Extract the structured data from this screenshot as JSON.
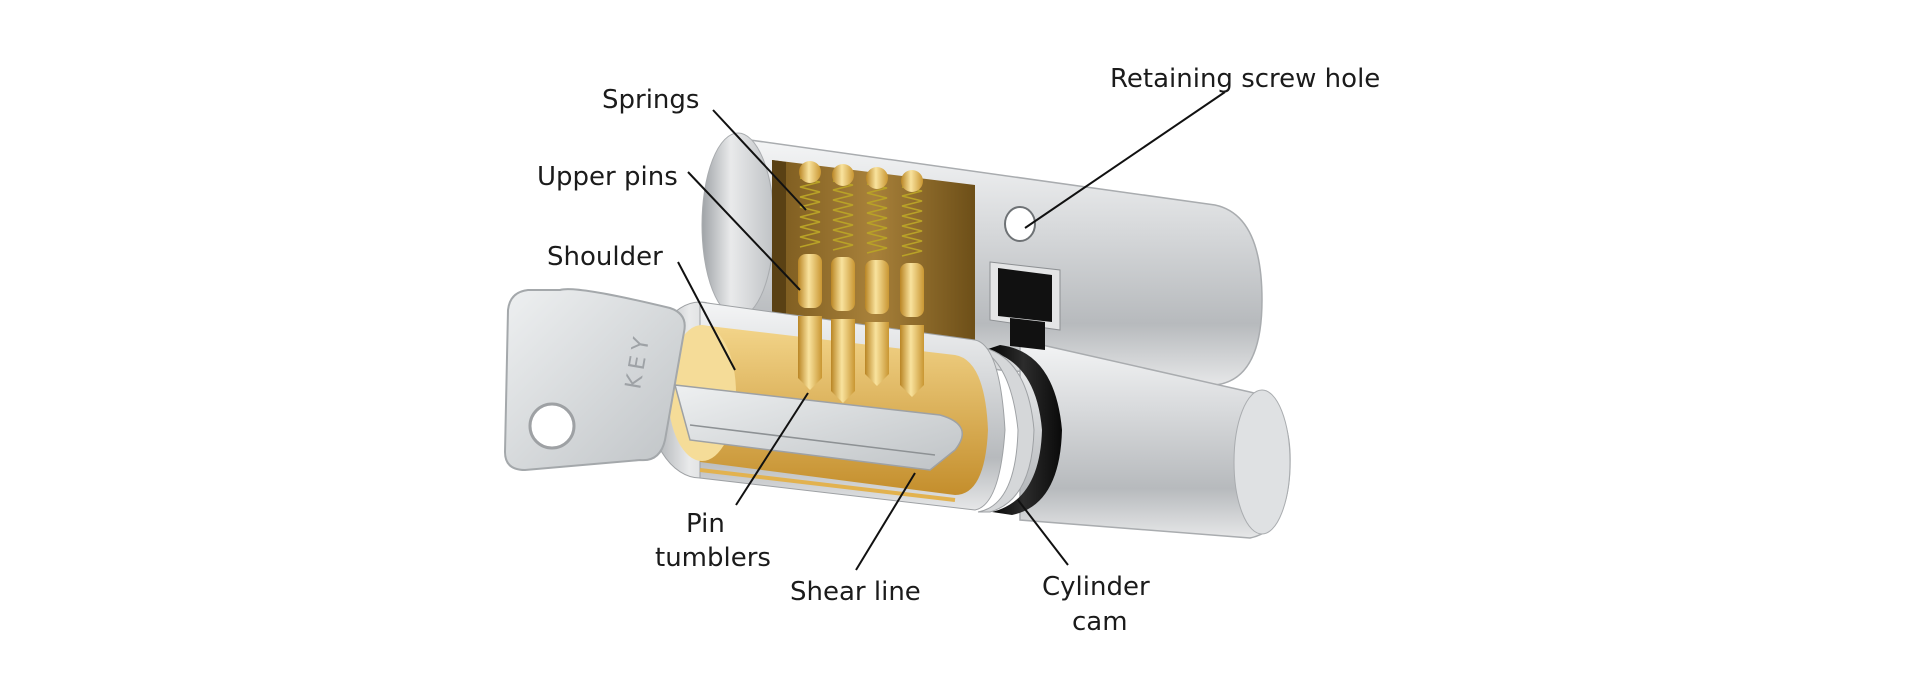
{
  "diagram": {
    "labels": {
      "springs": "Springs",
      "upper_pins": "Upper pins",
      "shoulder": "Shoulder",
      "retaining_screw_hole": "Retaining screw hole",
      "pin_tumblers_line1": "Pin",
      "pin_tumblers_line2": "tumblers",
      "shear_line": "Shear line",
      "cylinder_cam_line1": "Cylinder",
      "cylinder_cam_line2": "cam"
    },
    "key_engraving": "KEY",
    "colors": {
      "brass": "#e2b24f",
      "brass_light": "#f7df9c",
      "steel": "#c9cbcd",
      "steel_light": "#f1f2f3",
      "cam": "#151515",
      "spring": "#b9a227"
    }
  }
}
